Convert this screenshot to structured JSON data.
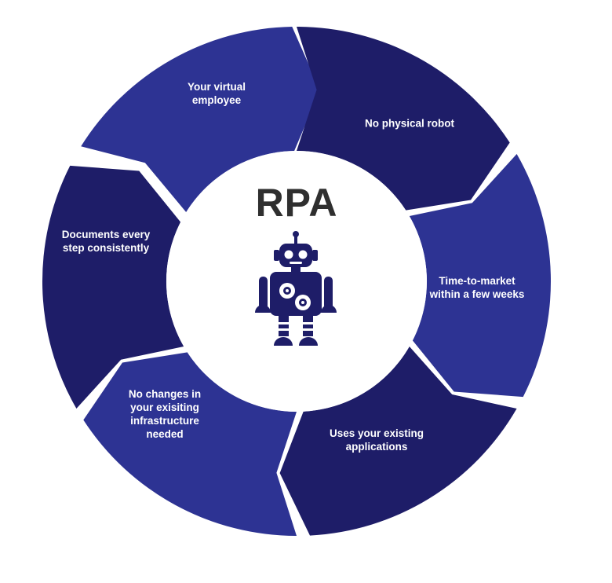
{
  "title": "RPA",
  "colors": {
    "dark": "#1e1d68",
    "light": "#2d3393",
    "robot": "#1e1d68",
    "background": "#ffffff"
  },
  "segments": [
    {
      "label": "Your virtual\nemployee",
      "color": "light"
    },
    {
      "label": "No physical robot",
      "color": "dark"
    },
    {
      "label": "Time-to-market\nwithin a few weeks",
      "color": "light"
    },
    {
      "label": "Uses your existing\napplications",
      "color": "dark"
    },
    {
      "label": "No changes in\nyour exisiting\ninfrastructure\nneeded",
      "color": "light"
    },
    {
      "label": "Documents every\nstep consistently",
      "color": "dark"
    }
  ],
  "center": {
    "icon": "robot-icon"
  }
}
